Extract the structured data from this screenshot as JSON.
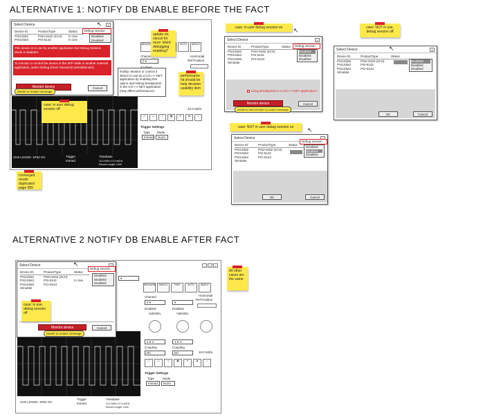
{
  "headings": {
    "alt1": "ALTERNATIVE 1: NOTIFY DB ENABLE BEFORE THE FACT",
    "alt2": "ALTERNATIVE 2 NOTIFY DB ENABLE AFTER FACT"
  },
  "dialog": {
    "title": "Select Device",
    "close": "X",
    "columns": [
      "Device ID",
      "ProductType",
      "Status"
    ],
    "rows": [
      [
        "PXI1Slot2",
        "PXIe-5162 (4CH)",
        "In Use"
      ],
      [
        "PXI1Slot3",
        "PXI-5142",
        "In Use"
      ],
      [
        "PXI1Slot5",
        "PCI-5143",
        ""
      ],
      [
        "Simulate",
        "",
        ""
      ]
    ],
    "debug_combo": "Debug session",
    "options": [
      "Disabled",
      "Disabled",
      "Disabled"
    ],
    "monitor_label": "Monitor device",
    "cancel_label": "Cancel",
    "ok_label": "OK",
    "restart_hint": "needs to restart message",
    "monitor_hint": "needs to new monitor vs control message",
    "debug_checkbox": "Using breakpoints in a C/C++/.NET application?"
  },
  "alt1_main": {
    "error_1": "This device is in use by another application but Debug Session Mode is disabled.",
    "error_2": "To monitor or control the device in the SFP while in another external application, select Debug Driver Session(Control/Monitor).",
    "tooltip": "Tooltip: Monitor or control a device in use by a C/C++/.NET application by enabling this option and setting breakpoints in the C/C++/.NET application (may affect performance)"
  },
  "scope": {
    "status": "CH0 LOV00+ 1P02 OV",
    "trigger_label": "Trigger",
    "trigger_value": "Immed.",
    "timebase_label": "Timebase",
    "timebase_value": "10.0 MS/s   10.0 us/Div",
    "record": "Record Length: 1000"
  },
  "panel": {
    "tabs": [
      "MEASURE",
      "SINGLE",
      "RUN",
      "AUTO",
      "ABOUT"
    ],
    "channel_label": "Channel",
    "enabled_label": "Enabled",
    "vertical_label": "Volts/Div",
    "horizontal_label": "Horizontal",
    "ref_label": "Ref Position",
    "volt_value_1": "1.0 V",
    "volt_value_2": "1.0 V",
    "coupling_label": "Coupling",
    "coupling_value": "DC",
    "rate_value": "10.0 MS/s",
    "trigger_settings": "Trigger Settings",
    "type_label": "Type",
    "type_value": "Immed.",
    "mode_label": "Mode",
    "mode_value": "Norm",
    "icons": [
      "Scale",
      "Fit",
      "Arrange",
      "Channels",
      "XY/CSV",
      "Bus",
      "Zoom",
      "Meas"
    ]
  },
  "notes": {
    "n1": "update ok; cancel for more 'silent' debugging enabling?",
    "n2": "performance hit should be help decision usability item",
    "n3": "case: in user debug session off",
    "n4": "Unmerged model duplicated page 080",
    "n5": "case: in user debug session on",
    "n6": "case: NOT in use, debug session off",
    "n7": "case: NOT in user debug session on",
    "n8": "case: in use, debug session off",
    "n9": "All other cases are the same"
  },
  "colors": {
    "accent_red": "#d9222a",
    "sticky_yellow": "#ffe94a",
    "scope_bg": "#111111",
    "trace": "#e8e8e8"
  }
}
